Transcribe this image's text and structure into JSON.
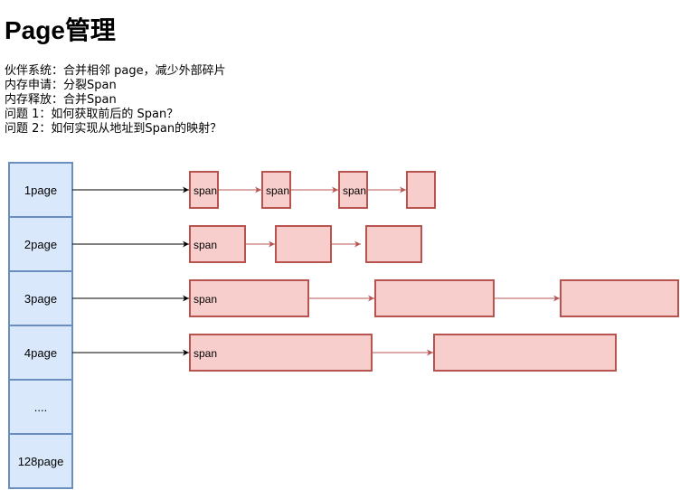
{
  "title": "Page管理",
  "notes": [
    "伙伴系统：合并相邻 page，减少外部碎片",
    "内存申请：分裂Span",
    "内存释放：合并Span",
    "问题 1：如何获取前后的 Span？",
    "问题 2：如何实现从地址到Span的映射？"
  ],
  "buckets": [
    {
      "label": "1page",
      "span_count": 4
    },
    {
      "label": "2page",
      "span_count": 3
    },
    {
      "label": "3page",
      "span_count": 3
    },
    {
      "label": "4page",
      "span_count": 2
    },
    {
      "label": "...."
    },
    {
      "label": "128page"
    }
  ],
  "span_label": "span",
  "colors": {
    "bucket_fill": "#dae8fc",
    "bucket_stroke": "#6c8ebf",
    "span_fill": "#f8cecc",
    "span_stroke": "#b85450",
    "arrow_black": "#000000",
    "arrow_red": "#b85450"
  }
}
